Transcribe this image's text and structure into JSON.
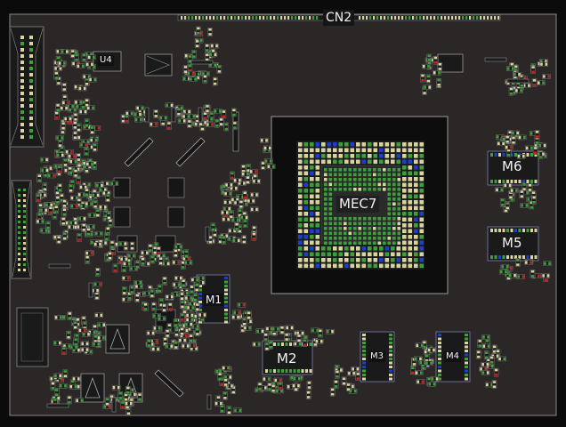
{
  "board": {
    "components": [
      {
        "id": "cn2",
        "label": "CN2"
      },
      {
        "id": "u4",
        "label": "U4"
      },
      {
        "id": "mec7",
        "label": "MEC7"
      },
      {
        "id": "m6",
        "label": "M6"
      },
      {
        "id": "m5",
        "label": "M5"
      },
      {
        "id": "m1",
        "label": "M1"
      },
      {
        "id": "m2",
        "label": "M2"
      },
      {
        "id": "m3",
        "label": "M3"
      },
      {
        "id": "m4",
        "label": "M4"
      }
    ]
  },
  "colors": {
    "background": "#0b0b0b",
    "board": "#2b2727",
    "outline": "#9a9a9a",
    "pad": "#d8d4a0",
    "pad_green": "#3da03d",
    "pad_blue": "#1c3fd0",
    "pad_red": "#d02020",
    "label": "#f2f2f2"
  }
}
